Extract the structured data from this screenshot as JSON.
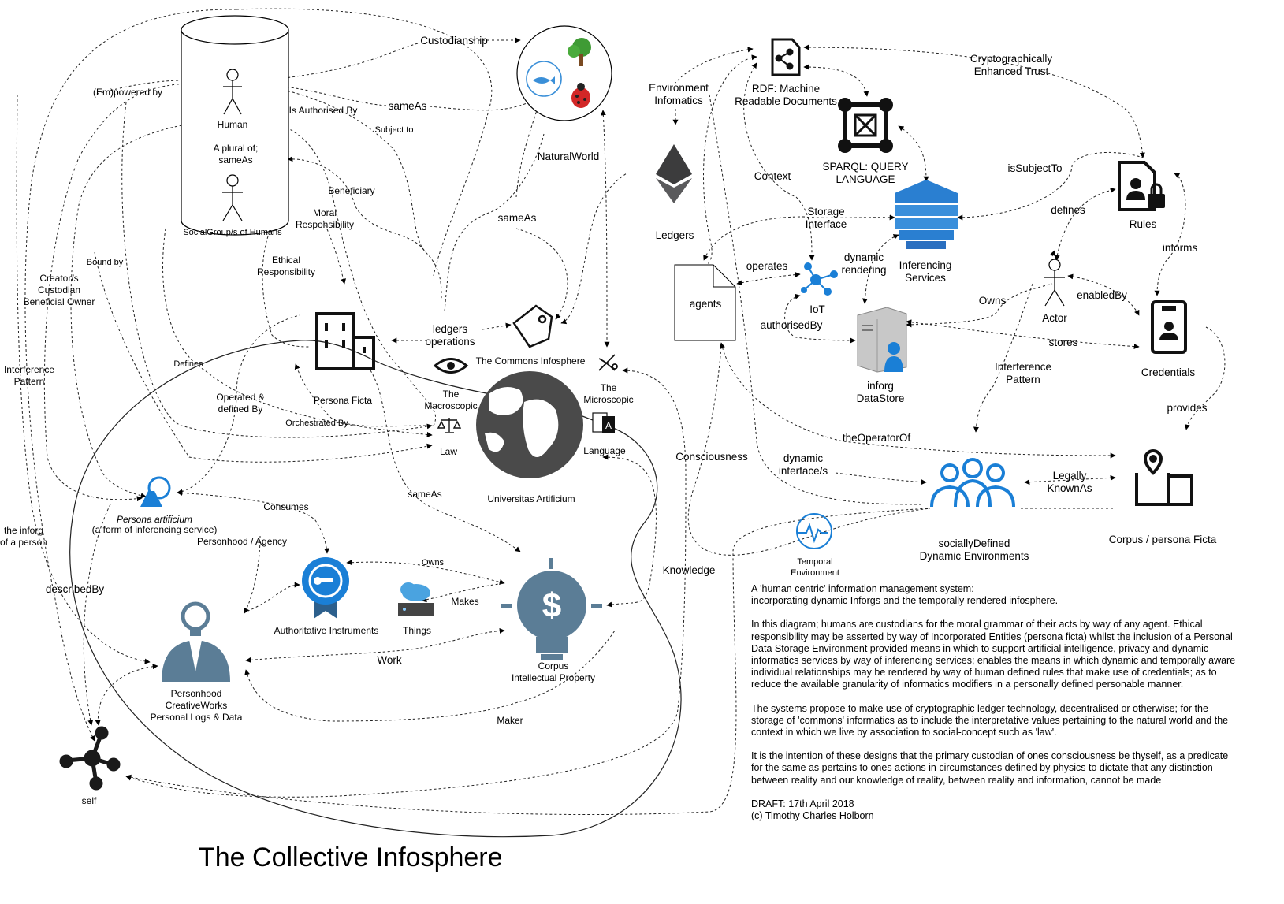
{
  "title": "The Collective Infosphere",
  "colors": {
    "accent_blue": "#1a7fd6",
    "slate": "#5b7d96",
    "dark": "#1a1a1a",
    "ethereum": "#3c3c3d"
  },
  "nodes": {
    "human": "Human",
    "social_group": "SocialGroup/s of Humans",
    "natural_world": "NaturalWorld",
    "persona_ficta": "Persona Ficta",
    "commons_infosphere": "The Commons Infosphere",
    "macroscopic": "The\nMacroscopic",
    "microscopic": "The\nMicroscopic",
    "law": "Law",
    "language": "Language",
    "universitas": "Universitas Artificium",
    "persona_artificium": "Persona artificium",
    "persona_artificium_sub": "(a form of inferencing service)",
    "authoritative_instruments": "Authoritative Instruments",
    "things": "Things",
    "corpus_ip": "Corpus\nIntellectual Property",
    "personhood": "Personhood\nCreativeWorks\nPersonal Logs & Data",
    "self": "self",
    "rdf": "RDF: Machine\nReadable Documents",
    "sparql": "SPARQL: QUERY\nLANGUAGE",
    "ledgers": "Ledgers",
    "inferencing_services": "Inferencing\nServices",
    "agents": "agents",
    "iot": "IoT",
    "inforg_datastore": "inforg\nDataStore",
    "rules": "Rules",
    "actor": "Actor",
    "credentials": "Credentials",
    "socially_defined": "sociallyDefined\nDynamic Environments",
    "corpus_persona_ficta": "Corpus / persona Ficta",
    "temporal_environment": "Temporal\nEnvironment"
  },
  "edges": {
    "custodianship": "Custodianship",
    "empowered_by": "(Em)powered by",
    "same_as_1": "sameAs",
    "is_authorised_by": "Is Authorised By",
    "subject_to": "Subject to",
    "plural_of": "A plural of;\nsameAs",
    "beneficiary": "Beneficiary",
    "moral_responsibility": "Moral\nResponsibility",
    "same_as_2": "sameAs",
    "ethical_responsibility": "Ethical\nResponsibility",
    "bound_by": "Bound by",
    "creator_custodian": "Creator/s\nCustodian\nBeneficial Owner",
    "interference_pattern_left": "Interference\nPattern",
    "defines_left": "Defines",
    "ledgers_operations": "ledgers\noperations",
    "operated_defined": "Operated &\ndefined By",
    "orchestrated_by": "Orchestrated By",
    "same_as_3": "sameAs",
    "consumes": "Consumes",
    "personhood_agency": "Personhood / Agency",
    "inforg_of_person": "the inforg\nof a person",
    "described_by": "describedBy",
    "owns_mid": "Owns",
    "makes": "Makes",
    "work": "Work",
    "maker": "Maker",
    "consciousness": "Consciousness",
    "knowledge": "Knowledge",
    "environment_informatics": "Environment\nInfomatics",
    "context": "Context",
    "storage_interface": "Storage\nInterface",
    "operates": "operates",
    "dynamic_rendering": "dynamic\nrendering",
    "authorised_by": "authorisedBy",
    "crypto_trust": "Cryptographically\nEnhanced Trust",
    "is_subject_to": "isSubjectTo",
    "defines_right": "defines",
    "informs": "informs",
    "owns_right": "Owns",
    "enabled_by": "enabledBy",
    "stores": "stores",
    "interference_pattern_right": "Interference\nPattern",
    "provides": "provides",
    "the_operator_of": "theOperatorOf",
    "dynamic_interfaces": "dynamic\ninterface/s",
    "legally_known_as": "Legally\nKnownAs"
  },
  "description": [
    "A 'human centric' information management system:\n incorporating dynamic Inforgs and the temporally rendered infosphere.",
    "In this diagram; humans are custodians for the moral grammar of their acts by way of any agent. Ethical responsibility may be asserted by way of Incorporated Entities (persona ficta) whilst the inclusion of a Personal Data Storage Environment provided means in which to support artificial intelligence, privacy and dynamic informatics services by way of inferencing services; enables the means in which dynamic and temporally aware individual relationships may be rendered by way of human defined rules that make use of credentials; as to reduce the available granularity of informatics modifiers in a personally defined personable manner.",
    "The systems propose to make use of cryptographic ledger technology, decentralised or otherwise; for the storage of 'commons' informatics as to include the interpretative values pertaining to the natural world and the context in which we live by association to social-concept such as 'law'.",
    "It is the intention of these designs that the primary custodian of ones consciousness be thyself, as a predicate for the same as pertains to ones actions in circumstances defined by physics to dictate that any distinction between reality and our knowledge of reality, between reality and information, cannot be made",
    "DRAFT:  17th April 2018\n(c) Timothy Charles Holborn"
  ]
}
